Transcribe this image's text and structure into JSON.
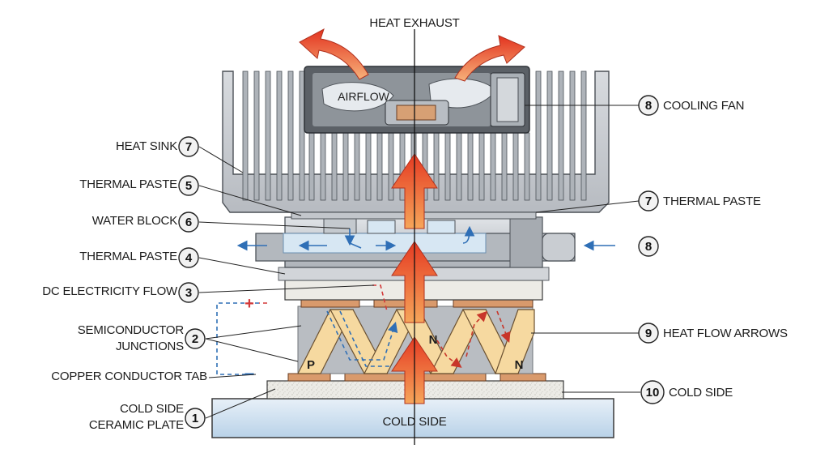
{
  "title": "HEAT EXHAUST",
  "airflow_label": "AIRFLOW",
  "cold_side_bottom": "COLD SIDE",
  "left_labels": [
    {
      "text": "HEAT SINK",
      "num": "7"
    },
    {
      "text": "THERMAL PASTE",
      "num": "5"
    },
    {
      "text": "WATER BLOCK",
      "num": "6"
    },
    {
      "text": "THERMAL PASTE",
      "num": "4"
    },
    {
      "text": "DC ELECTRICITY FLOW",
      "num": "3"
    },
    {
      "text": "SEMICONDUCTOR",
      "text2": "JUNCTIONS",
      "num": "2"
    },
    {
      "text": "COPPER CONDUCTOR TAB",
      "num": ""
    },
    {
      "text": "COLD SIDE",
      "text2": "CERAMIC PLATE",
      "num": "1"
    }
  ],
  "right_labels": [
    {
      "num": "8",
      "text": "COOLING FAN"
    },
    {
      "num": "7",
      "text": "THERMAL PASTE"
    },
    {
      "num": "8",
      "text": ""
    },
    {
      "num": "9",
      "text": "HEAT FLOW ARROWS"
    },
    {
      "num": "10",
      "text": "COLD SIDE"
    }
  ],
  "polarity": {
    "plus": "+",
    "minus": "−"
  },
  "junction_letters": {
    "p_left": "P",
    "n_mid": "N",
    "n_right": "N"
  },
  "colors": {
    "heatsink": "#cfd2d6",
    "heatsink_dark": "#7d8288",
    "copper": "#d99a6c",
    "semiconductor": "#f6d9a0",
    "cold_plate": "#cfe2f1",
    "arrow_hot": "#e8432a",
    "arrow_warm": "#f5a04a",
    "water": "#2f6fb6",
    "dc_red": "#d33a3a",
    "dc_blue": "#2f6fb6"
  }
}
